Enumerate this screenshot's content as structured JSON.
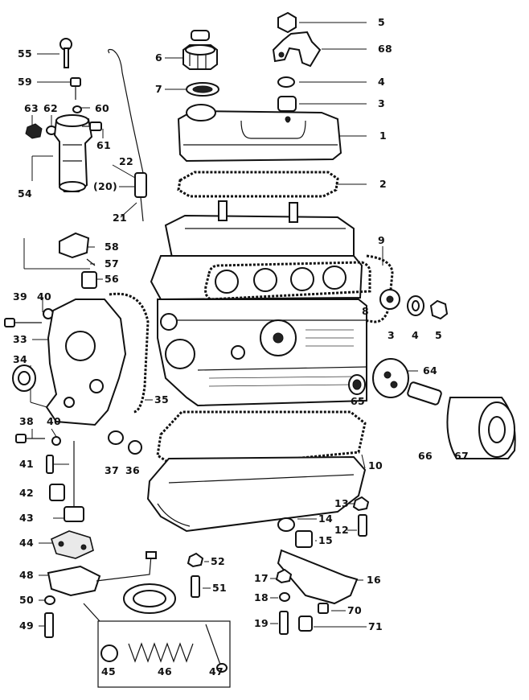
{
  "labels": [
    {
      "key": "55",
      "text": "55"
    },
    {
      "key": "59",
      "text": "59"
    },
    {
      "key": "63",
      "text": "63"
    },
    {
      "key": "62",
      "text": "62"
    },
    {
      "key": "60",
      "text": "60"
    },
    {
      "key": "61",
      "text": "61"
    },
    {
      "key": "54",
      "text": "54"
    },
    {
      "key": "22",
      "text": "22"
    },
    {
      "key": "20",
      "text": "(20)"
    },
    {
      "key": "21",
      "text": "21"
    },
    {
      "key": "6",
      "text": "6"
    },
    {
      "key": "7",
      "text": "7"
    },
    {
      "key": "5a",
      "text": "5"
    },
    {
      "key": "68",
      "text": "68"
    },
    {
      "key": "4a",
      "text": "4"
    },
    {
      "key": "3a",
      "text": "3"
    },
    {
      "key": "1",
      "text": "1"
    },
    {
      "key": "2",
      "text": "2"
    },
    {
      "key": "9",
      "text": "9"
    },
    {
      "key": "58",
      "text": "58"
    },
    {
      "key": "57",
      "text": "57"
    },
    {
      "key": "56",
      "text": "56"
    },
    {
      "key": "39",
      "text": "39"
    },
    {
      "key": "40a",
      "text": "40"
    },
    {
      "key": "8",
      "text": "8"
    },
    {
      "key": "3b",
      "text": "3"
    },
    {
      "key": "4b",
      "text": "4"
    },
    {
      "key": "5b",
      "text": "5"
    },
    {
      "key": "33",
      "text": "33"
    },
    {
      "key": "34",
      "text": "34"
    },
    {
      "key": "64",
      "text": "64"
    },
    {
      "key": "35",
      "text": "35"
    },
    {
      "key": "65",
      "text": "65"
    },
    {
      "key": "38",
      "text": "38"
    },
    {
      "key": "40b",
      "text": "40"
    },
    {
      "key": "66",
      "text": "66"
    },
    {
      "key": "67",
      "text": "67"
    },
    {
      "key": "37",
      "text": "37"
    },
    {
      "key": "36",
      "text": "36"
    },
    {
      "key": "41",
      "text": "41"
    },
    {
      "key": "10",
      "text": "10"
    },
    {
      "key": "42",
      "text": "42"
    },
    {
      "key": "13",
      "text": "13"
    },
    {
      "key": "43",
      "text": "43"
    },
    {
      "key": "14",
      "text": "14"
    },
    {
      "key": "12",
      "text": "12"
    },
    {
      "key": "15",
      "text": "15"
    },
    {
      "key": "44",
      "text": "44"
    },
    {
      "key": "52",
      "text": "52"
    },
    {
      "key": "48",
      "text": "48"
    },
    {
      "key": "17",
      "text": "17"
    },
    {
      "key": "16",
      "text": "16"
    },
    {
      "key": "51",
      "text": "51"
    },
    {
      "key": "50",
      "text": "50"
    },
    {
      "key": "18",
      "text": "18"
    },
    {
      "key": "70",
      "text": "70"
    },
    {
      "key": "49",
      "text": "49"
    },
    {
      "key": "19",
      "text": "19"
    },
    {
      "key": "71",
      "text": "71"
    },
    {
      "key": "45",
      "text": "45"
    },
    {
      "key": "46",
      "text": "46"
    },
    {
      "key": "47",
      "text": "47"
    }
  ]
}
